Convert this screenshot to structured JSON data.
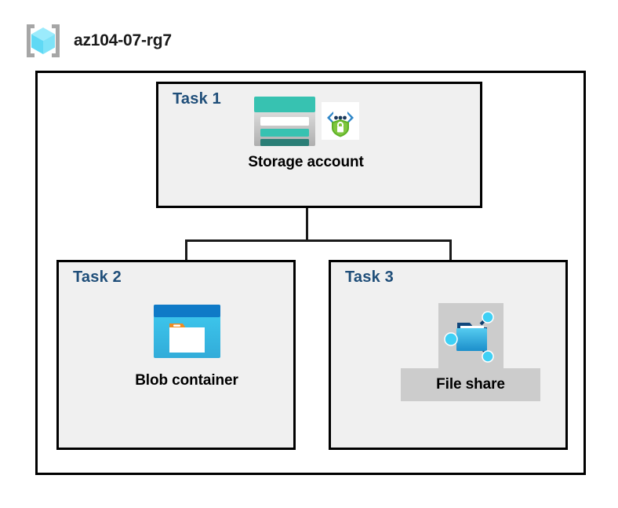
{
  "resource_group": {
    "icon": "resource-group-cube-icon",
    "name": "az104-07-rg7"
  },
  "panels": [
    {
      "id": "task1",
      "label": "Task 1",
      "node": {
        "caption": "Storage account",
        "icons": [
          "storage-account-icon",
          "secure-endpoint-shield-icon"
        ]
      }
    },
    {
      "id": "task2",
      "label": "Task 2",
      "node": {
        "caption": "Blob container",
        "icons": [
          "blob-container-icon"
        ]
      }
    },
    {
      "id": "task3",
      "label": "Task 3",
      "node": {
        "caption": "File share",
        "icons": [
          "file-share-folder-icon"
        ],
        "highlighted": true
      }
    }
  ],
  "connections": [
    {
      "from": "Storage account",
      "to": "Blob container"
    },
    {
      "from": "Storage account",
      "to": "File share"
    }
  ],
  "colors": {
    "task_label": "#1F4E79",
    "panel_background": "#F0F0F0",
    "page_background": "#FFFFFF",
    "border": "#000000",
    "highlight": "#CCCCCC",
    "storage_teal": "#37C2B1",
    "storage_teal_dark": "#2A7E76",
    "blob_blue": "#0F7AC7",
    "blob_cyan": "#32C3EC",
    "blob_orange": "#F08C21",
    "fileshare_blue": "#32B0E7",
    "node_cyan": "#3FD0F5",
    "shield_green": "#5EB226",
    "cube_cyan": "#76E4FB",
    "bracket_gray": "#A6A6A6"
  }
}
